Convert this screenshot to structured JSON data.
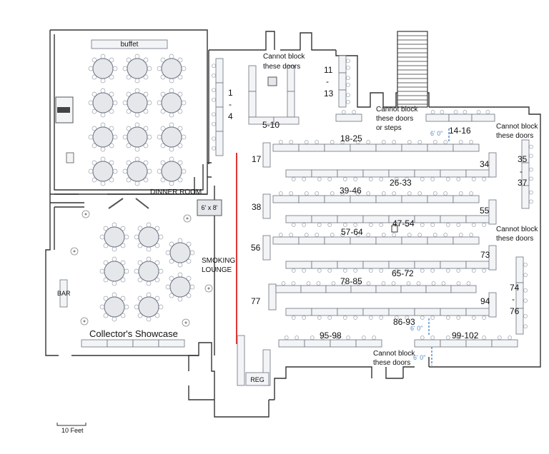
{
  "labels": {
    "buffet": "buffet",
    "dinner_room": "DINNER ROOM",
    "six_by_eight": "6' x 8'",
    "smoking_line1": "SMOKING",
    "smoking_line2": "LOUNGE",
    "bar": "BAR",
    "collectors_showcase": "Collector's Showcase",
    "reg": "REG",
    "scale": "10 Feet",
    "dim_6ft": "6' 0\"",
    "cannot_block_doors_1": "Cannot block",
    "cannot_block_doors_2": "these doors",
    "cannot_block_steps_1": "Cannot block",
    "cannot_block_steps_2": "these doors",
    "cannot_block_steps_3": "or steps",
    "cannot_block_right_a1": "Cannot block",
    "cannot_block_right_a2": "these doors",
    "cannot_block_right_b1": "Cannot block",
    "cannot_block_right_b2": "these doors",
    "cannot_block_bottom_1": "Cannot block",
    "cannot_block_bottom_2": "these doors"
  },
  "tables": {
    "t1_4": [
      "1",
      "-",
      "4"
    ],
    "t5_10": "5-10",
    "t11_13": [
      "11",
      "-",
      "13"
    ],
    "t14_16": "14-16",
    "t17": "17",
    "t18_25": "18-25",
    "t26_33": "26-33",
    "t34": "34",
    "t35_37": [
      "35",
      "-",
      "37"
    ],
    "t38": "38",
    "t39_46": "39-46",
    "t47_54": "47-54",
    "t55": "55",
    "t56": "56",
    "t57_64": "57-64",
    "t65_72": "65-72",
    "t73": "73",
    "t74_76": [
      "74",
      "-",
      "76"
    ],
    "t77": "77",
    "t78_85": "78-85",
    "t86_93": "86-93",
    "t94": "94",
    "t95_98": "95-98",
    "t99_102": "99-102"
  },
  "colors": {
    "divider_red": "#e11d1d",
    "dimension_blue": "#5b8fc9"
  }
}
